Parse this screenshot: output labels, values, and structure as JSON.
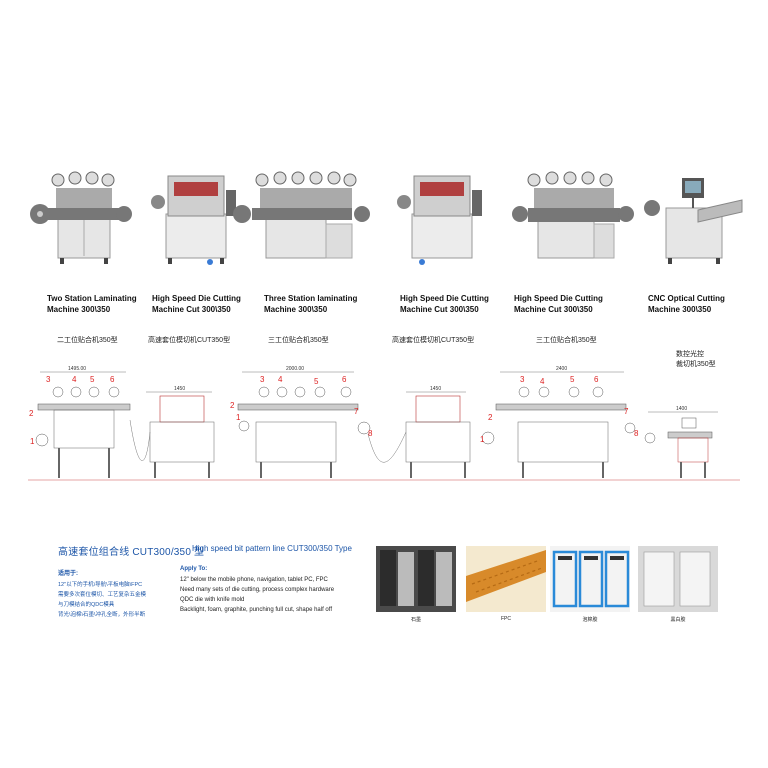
{
  "machines": [
    {
      "name_en": "Two Station Laminating\nMachine 300\\350",
      "name_cn": "二工位贴合机350型"
    },
    {
      "name_en": "High Speed Die Cutting\nMachine Cut 300\\350",
      "name_cn": "高速套位模切机CUT350型"
    },
    {
      "name_en": "Three Station laminating\nMachine 300\\350",
      "name_cn": "三工位贴合机350型"
    },
    {
      "name_en": "High Speed Die Cutting\nMachine Cut 300\\350",
      "name_cn": "高速套位模切机CUT350型"
    },
    {
      "name_en": "High Speed Die Cutting\nMachine Cut 300\\350",
      "name_cn": "三工位贴合机350型"
    },
    {
      "name_en": "CNC Optical Cutting\nMachine 300\\350",
      "name_cn": "数控光控\n裁切机350型"
    }
  ],
  "diagram": {
    "dims": [
      "1495.00",
      "1450",
      "2000.00",
      "1450",
      "2400",
      "1400"
    ],
    "numbers": [
      "1",
      "2",
      "3",
      "4",
      "5",
      "6",
      "1",
      "2",
      "3",
      "4",
      "5",
      "6",
      "7",
      "8",
      "1",
      "2",
      "3",
      "4",
      "5",
      "6",
      "7",
      "8"
    ]
  },
  "line_title_cn": "高速套位组合线 CUT300/350 型",
  "line_title_en": "High speed bit pattern line CUT300/350 Type",
  "applicable": {
    "label_cn": "适用于:",
    "lines_cn": [
      "12\"以下的手机\\导航\\平板电脑\\FPC",
      "需要多次套位模切、工艺复杂五金模",
      "与刀模结合的QDC模具",
      "背光\\泡棉\\石墨\\冲孔全断，外形半断"
    ]
  },
  "apply_to": {
    "label_en": "Apply To:",
    "lines_en": [
      "12\"   below the mobile phone, navigation, tablet PC, FPC",
      "Need many sets of die cutting, process complex hardware",
      "QDC die with knife mold",
      "Backlight, foam, graphite, punching full cut, shape half off"
    ]
  },
  "samples": [
    {
      "label": "石墨"
    },
    {
      "label": "FPC"
    },
    {
      "label": "泡棉胶"
    },
    {
      "label": "黑白胶"
    }
  ],
  "colors": {
    "accent_blue": "#1d56a8",
    "marker_red": "#d22222"
  }
}
